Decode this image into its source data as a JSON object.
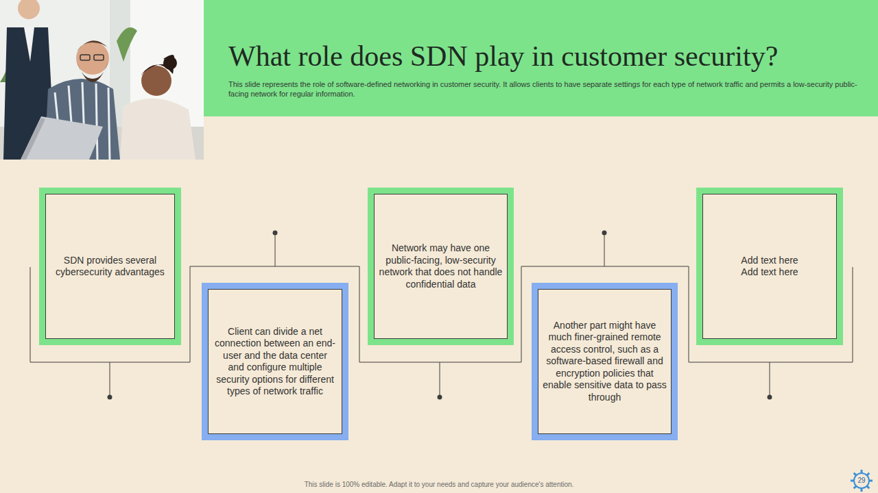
{
  "diagram": {
    "title": "What role does SDN play in customer security?",
    "nodes": [
      {
        "text": [
          "SDN provides several cybersecurity advantages"
        ]
      },
      {
        "text": [
          "Client can divide a net connection between an end-user and the data center and configure multiple security options for different types of network traffic"
        ]
      },
      {
        "text": [
          "Network may have one public-facing, low-security network that does not handle confidential data"
        ]
      },
      {
        "text": [
          "Another part might have much finer-grained remote access control, such as a software-based firewall and encryption policies that enable sensitive data to pass through"
        ]
      },
      {
        "text": [
          "Add text here Add text here"
        ]
      }
    ],
    "labels": [
      "This slide represents the role of software-defined networking in customer security. It allows clients to have separate settings for each type of network traffic and permits a low-security public-facing network for regular information.",
      "This slide is 100% editable. Adapt it to your needs and capture your audience's attention.",
      "29"
    ]
  }
}
